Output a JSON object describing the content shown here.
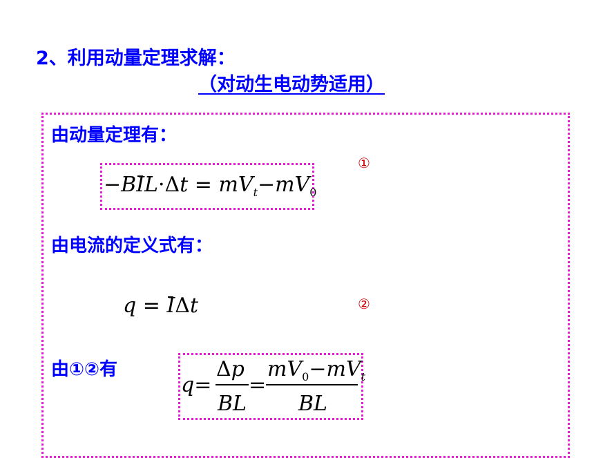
{
  "title": "2、利用动量定理求解：",
  "subtitle": "（对动生电动势适用）",
  "labels": {
    "momentum": "由动量定理有：",
    "current": "由电流的定义式有：",
    "combine": "由①②有"
  },
  "markers": {
    "one": "①",
    "two": "②"
  },
  "colors": {
    "title": "#0000ff",
    "border": "#e61bd6",
    "marker": "#d00000"
  }
}
